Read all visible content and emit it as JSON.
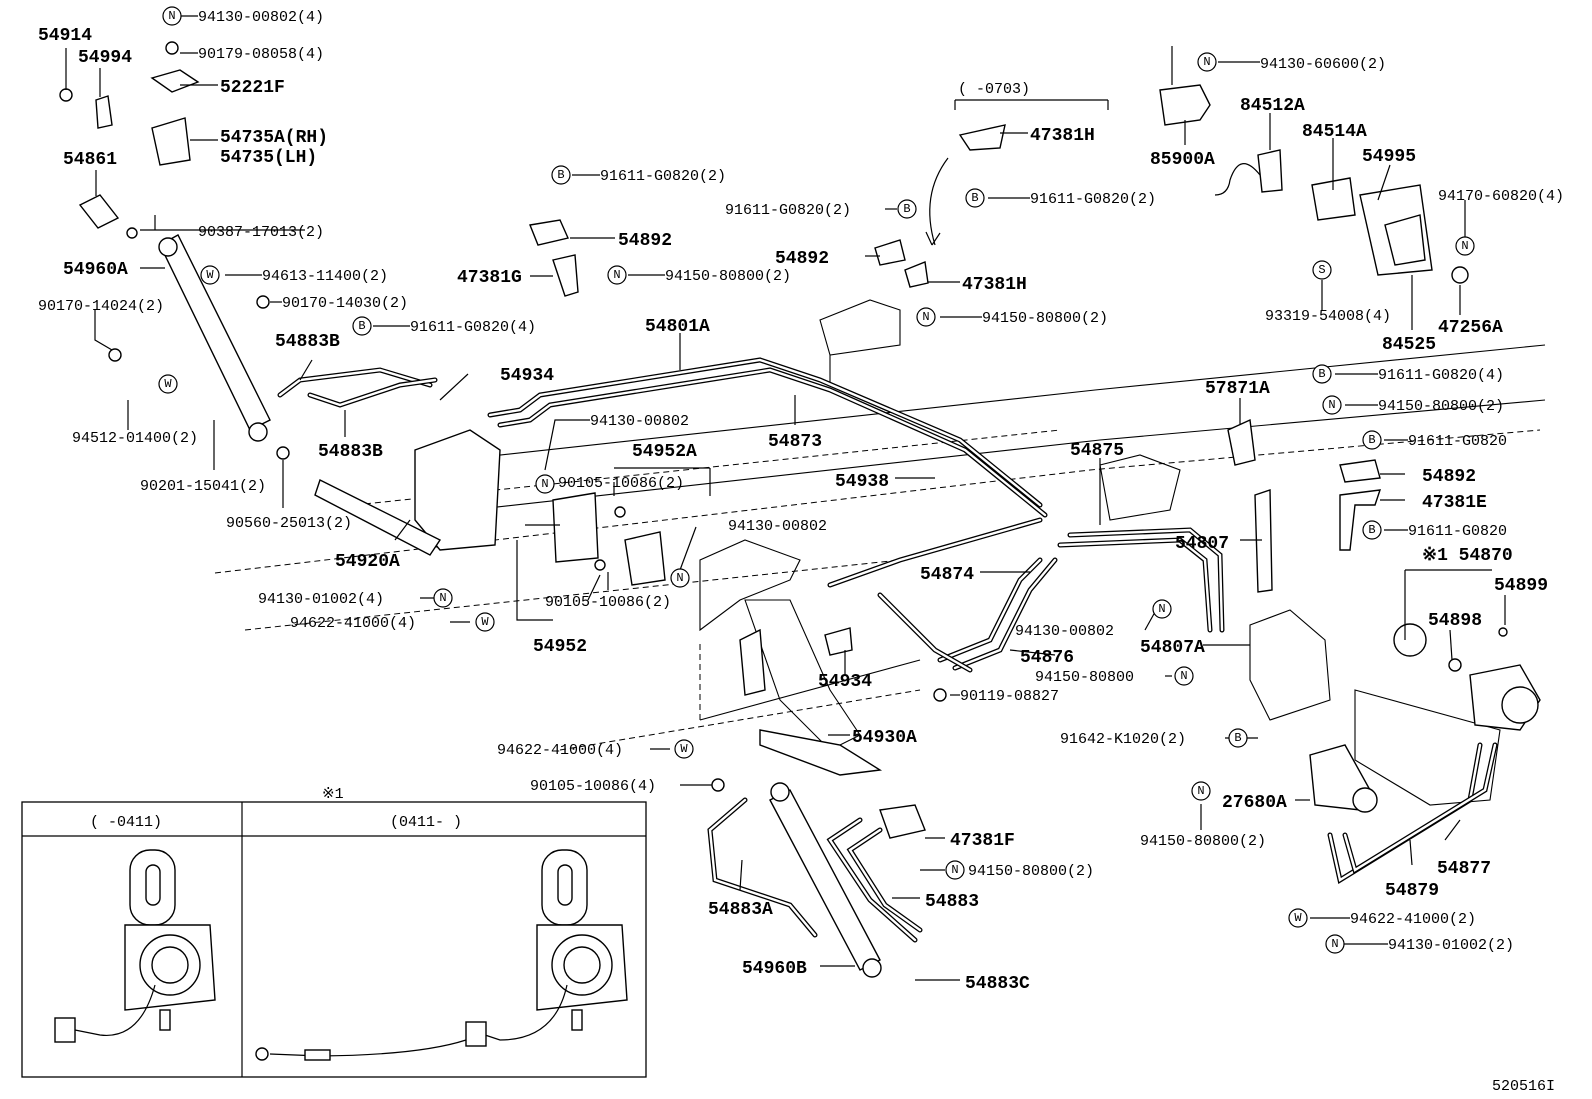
{
  "figure_code": "520516I",
  "inset": {
    "marker": "※1",
    "left_range": "(      -0411)",
    "right_range": "(0411-       )"
  },
  "date_bracket": "(      -0703)",
  "labels": [
    {
      "id": "54914",
      "text": "54914",
      "bold": true
    },
    {
      "id": "54994",
      "text": "54994",
      "bold": true
    },
    {
      "id": "52221F",
      "text": "52221F",
      "bold": true
    },
    {
      "id": "54735A",
      "text": "54735A(RH)",
      "bold": true
    },
    {
      "id": "54735",
      "text": "54735(LH)",
      "bold": true
    },
    {
      "id": "54861",
      "text": "54861",
      "bold": true
    },
    {
      "id": "54960A",
      "text": "54960A",
      "bold": true
    },
    {
      "id": "54883B_top",
      "text": "54883B",
      "bold": true
    },
    {
      "id": "54883B_bot",
      "text": "54883B",
      "bold": true
    },
    {
      "id": "54934_top",
      "text": "54934",
      "bold": true
    },
    {
      "id": "54920A",
      "text": "54920A",
      "bold": true
    },
    {
      "id": "54892_a",
      "text": "54892",
      "bold": true
    },
    {
      "id": "47381G",
      "text": "47381G",
      "bold": true
    },
    {
      "id": "54801A",
      "text": "54801A",
      "bold": true
    },
    {
      "id": "54873",
      "text": "54873",
      "bold": true
    },
    {
      "id": "54952A",
      "text": "54952A",
      "bold": true
    },
    {
      "id": "54952",
      "text": "54952",
      "bold": true
    },
    {
      "id": "54938",
      "text": "54938",
      "bold": true
    },
    {
      "id": "54892_b",
      "text": "54892",
      "bold": true
    },
    {
      "id": "47381H_a",
      "text": "47381H",
      "bold": true
    },
    {
      "id": "47381H_b",
      "text": "47381H",
      "bold": true
    },
    {
      "id": "85900A",
      "text": "85900A",
      "bold": true
    },
    {
      "id": "84512A",
      "text": "84512A",
      "bold": true
    },
    {
      "id": "84514A",
      "text": "84514A",
      "bold": true
    },
    {
      "id": "54995",
      "text": "54995",
      "bold": true
    },
    {
      "id": "47256A",
      "text": "47256A",
      "bold": true
    },
    {
      "id": "84525",
      "text": "84525",
      "bold": true
    },
    {
      "id": "57871A",
      "text": "57871A",
      "bold": true
    },
    {
      "id": "54875",
      "text": "54875",
      "bold": true
    },
    {
      "id": "54892_c",
      "text": "54892",
      "bold": true
    },
    {
      "id": "47381E",
      "text": "47381E",
      "bold": true
    },
    {
      "id": "54807",
      "text": "54807",
      "bold": true
    },
    {
      "id": "54870",
      "text": "※1 54870",
      "bold": true
    },
    {
      "id": "54899",
      "text": "54899",
      "bold": true
    },
    {
      "id": "54898",
      "text": "54898",
      "bold": true
    },
    {
      "id": "54874",
      "text": "54874",
      "bold": true
    },
    {
      "id": "54807A",
      "text": "54807A",
      "bold": true
    },
    {
      "id": "54876",
      "text": "54876",
      "bold": true
    },
    {
      "id": "54934_mid",
      "text": "54934",
      "bold": true
    },
    {
      "id": "54930A",
      "text": "54930A",
      "bold": true
    },
    {
      "id": "27680A",
      "text": "27680A",
      "bold": true
    },
    {
      "id": "54877",
      "text": "54877",
      "bold": true
    },
    {
      "id": "54879",
      "text": "54879",
      "bold": true
    },
    {
      "id": "47381F",
      "text": "47381F",
      "bold": true
    },
    {
      "id": "54883",
      "text": "54883",
      "bold": true
    },
    {
      "id": "54883A",
      "text": "54883A",
      "bold": true
    },
    {
      "id": "54960B",
      "text": "54960B",
      "bold": true
    },
    {
      "id": "54883C",
      "text": "54883C",
      "bold": true
    }
  ],
  "fasteners": [
    {
      "id": "f1",
      "sym": "N",
      "text": "94130-00802(4)"
    },
    {
      "id": "f2",
      "sym": "",
      "text": "90179-08058(4)"
    },
    {
      "id": "f3",
      "sym": "",
      "text": "90387-17013(2)"
    },
    {
      "id": "f4",
      "sym": "W",
      "text": "94613-11400(2)"
    },
    {
      "id": "f5",
      "sym": "",
      "text": "90170-14030(2)"
    },
    {
      "id": "f6",
      "sym": "",
      "text": "90170-14024(2)"
    },
    {
      "id": "f7",
      "sym": "B",
      "text": "91611-G0820(4)"
    },
    {
      "id": "f8",
      "sym": "W",
      "text": "94512-01400(2)"
    },
    {
      "id": "f9",
      "sym": "",
      "text": "90201-15041(2)"
    },
    {
      "id": "f10",
      "sym": "",
      "text": "90560-25013(2)"
    },
    {
      "id": "f11",
      "sym": "B",
      "text": "91611-G0820(2)"
    },
    {
      "id": "f12",
      "sym": "N",
      "text": "94150-80800(2)"
    },
    {
      "id": "f13",
      "sym": "",
      "text": "94130-00802"
    },
    {
      "id": "f14",
      "sym": "",
      "text": "90105-10086(2)"
    },
    {
      "id": "f15",
      "sym": "N",
      "text": "94130-00802"
    },
    {
      "id": "f16",
      "sym": "",
      "text": "90105-10086(2)"
    },
    {
      "id": "f17",
      "sym": "N",
      "text": "94130-01002(4)"
    },
    {
      "id": "f18",
      "sym": "W",
      "text": "94622-41000(4)"
    },
    {
      "id": "f19",
      "sym": "B",
      "text": "91611-G0820(2)"
    },
    {
      "id": "f20",
      "sym": "B",
      "text": "91611-G0820(2)"
    },
    {
      "id": "f21",
      "sym": "N",
      "text": "94150-80800(2)"
    },
    {
      "id": "f22",
      "sym": "N",
      "text": "94130-60600(2)"
    },
    {
      "id": "f23",
      "sym": "",
      "text": "94170-60820(4)"
    },
    {
      "id": "f24",
      "sym": "S",
      "text": "93319-54008(4)"
    },
    {
      "id": "f25",
      "sym": "B",
      "text": "91611-G0820(4)"
    },
    {
      "id": "f26",
      "sym": "N",
      "text": "94150-80800(2)"
    },
    {
      "id": "f27",
      "sym": "B",
      "text": "91611-G0820"
    },
    {
      "id": "f28",
      "sym": "B",
      "text": "91611-G0820"
    },
    {
      "id": "f29",
      "sym": "N",
      "text": "94130-00802"
    },
    {
      "id": "f30",
      "sym": "N",
      "text": "94150-80800"
    },
    {
      "id": "f31",
      "sym": "",
      "text": "90119-08827"
    },
    {
      "id": "f32",
      "sym": "B",
      "text": "91642-K1020(2)"
    },
    {
      "id": "f33",
      "sym": "W",
      "text": "94622-41000(4)"
    },
    {
      "id": "f34",
      "sym": "",
      "text": "90105-10086(4)"
    },
    {
      "id": "f35",
      "sym": "N",
      "text": "94150-80800(2)"
    },
    {
      "id": "f36",
      "sym": "N",
      "text": "94150-80800(2)"
    },
    {
      "id": "f37",
      "sym": "W",
      "text": "94622-41000(2)"
    },
    {
      "id": "f38",
      "sym": "N",
      "text": "94130-01002(2)"
    }
  ]
}
